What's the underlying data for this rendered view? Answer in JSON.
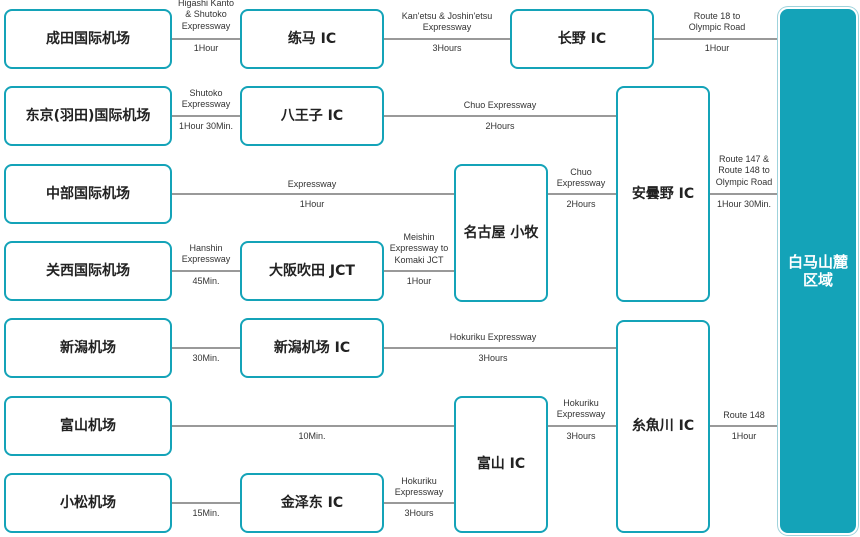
{
  "nodes": {
    "narita": "成田国际机场",
    "haneda": "东京(羽田)国际机场",
    "chubu": "中部国际机场",
    "kansai": "关西国际机场",
    "niigata_airport": "新潟机场",
    "toyama_airport": "富山机场",
    "komatsu": "小松机场",
    "nerima": "练马 IC",
    "hachioji": "八王子 IC",
    "osaka_suita": "大阪吹田 JCT",
    "niigata_ic": "新潟机场 IC",
    "kanazawa_higashi": "金泽东 IC",
    "nagano": "长野 IC",
    "nagoya": "名古屋 小牧",
    "toyama_ic": "富山 IC",
    "azumino": "安曇野 IC",
    "itoigawa": "糸魚川 IC",
    "hakuba": "白马山麓区域"
  },
  "routes": {
    "narita_nerima": {
      "road": "Higashi Kanto\n& Shutoko\nExpressway",
      "time": "1Hour"
    },
    "nerima_nagano": {
      "road": "Kan'etsu & Joshin'etsu\nExpressway",
      "time": "3Hours"
    },
    "nagano_hakuba": {
      "road": "Route 18 to\nOlympic Road",
      "time": "1Hour"
    },
    "haneda_hachioji": {
      "road": "Shutoko\nExpressway",
      "time": "1Hour 30Min."
    },
    "hachioji_azumino": {
      "road": "Chuo Expressway",
      "time": "2Hours"
    },
    "chubu_nagoya": {
      "road": "Expressway",
      "time": "1Hour"
    },
    "nagoya_azumino": {
      "road": "Chuo\nExpressway",
      "time": "2Hours"
    },
    "azumino_hakuba": {
      "road": "Route 147 &\nRoute 148 to\nOlympic Road",
      "time": "1Hour 30Min."
    },
    "kansai_osaka": {
      "road": "Hanshin\nExpressway",
      "time": "45Min."
    },
    "osaka_nagoya": {
      "road": "Meishin\nExpressway to\nKomaki JCT",
      "time": "1Hour"
    },
    "niigata_airport_ic": {
      "road": "",
      "time": "30Min."
    },
    "niigata_itoigawa": {
      "road": "Hokuriku Expressway",
      "time": "3Hours"
    },
    "toyama_airport_ic": {
      "road": "",
      "time": "10Min."
    },
    "toyama_itoigawa": {
      "road": "Hokuriku\nExpressway",
      "time": "3Hours"
    },
    "itoigawa_hakuba": {
      "road": "Route 148",
      "time": "1Hour"
    },
    "komatsu_kanazawa": {
      "road": "",
      "time": "15Min."
    },
    "kanazawa_toyama": {
      "road": "Hokuriku\nExpressway",
      "time": "3Hours"
    }
  },
  "colors": {
    "accent": "#14a3b8",
    "line": "#999999",
    "text": "#222222"
  }
}
